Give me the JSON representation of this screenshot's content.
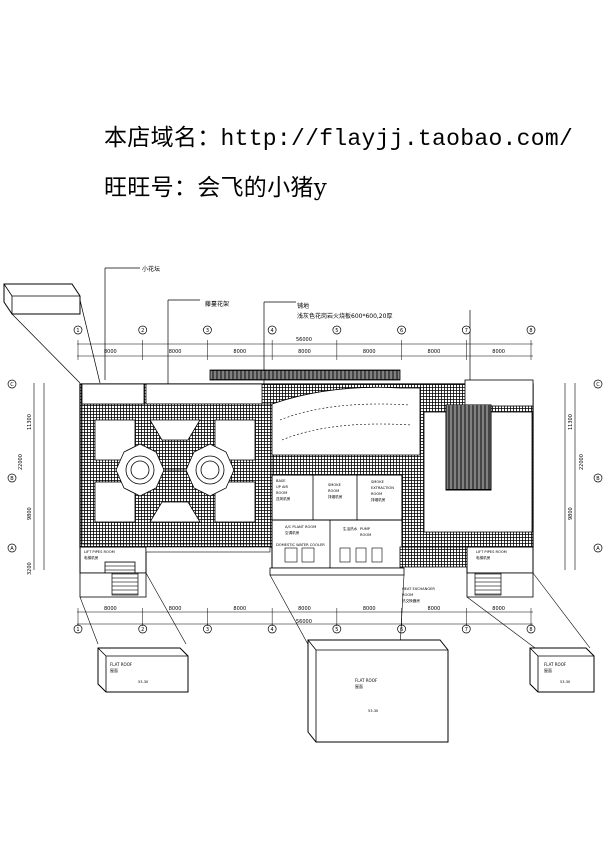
{
  "header": {
    "shop_label": "本店域名：",
    "shop_url": "http://flayjj.taobao.com/",
    "ww_label": "旺旺号：",
    "ww_name": "会飞的小猪y"
  },
  "callouts": {
    "small_flower_bed": "小花坛",
    "vine_trellis": "藤蔓花架",
    "paving_1": "铺地",
    "paving_2": "浅灰色花岗岩火烧板600*600,20厚"
  },
  "axes": {
    "columns": [
      "1",
      "2",
      "3",
      "4",
      "5",
      "6",
      "7",
      "8"
    ],
    "rows": [
      "C",
      "B",
      "A"
    ],
    "spans": [
      "8000",
      "8000",
      "8000",
      "8000",
      "8000",
      "8000",
      "8000"
    ],
    "total": "56000",
    "row_dims": [
      "11300",
      "9800",
      "3200"
    ],
    "row_total": "22000"
  },
  "rooms": {
    "base_up": [
      "BASE",
      "UP AIR",
      "ROOM",
      "送风机房"
    ],
    "smoke": [
      "SMOKE",
      "ROOM",
      "排烟机房"
    ],
    "extraction": [
      "SMOKE",
      "EXTRACTION",
      "ROOM",
      "排烟机房"
    ],
    "ac_plant": [
      "A/C PLANT ROOM",
      "空调机房"
    ],
    "hot_water": [
      "DOMESTIC WATER COOLER",
      "生活热水"
    ],
    "pump": [
      "PUMP",
      "ROOM"
    ],
    "lift_left": [
      "LIFT PIPES ROOM",
      "电梯机房"
    ],
    "lift_right": [
      "LIFT PIPES ROOM",
      "电梯机房"
    ],
    "heat_exchanger": [
      "HEAT EXCHANGER",
      "ROOM",
      "热交换器房"
    ]
  },
  "details": {
    "flat_roof": "FLAT ROOF",
    "flat_roof_cn": "屋面",
    "level_small": "53.30",
    "level_big": "53.30"
  }
}
